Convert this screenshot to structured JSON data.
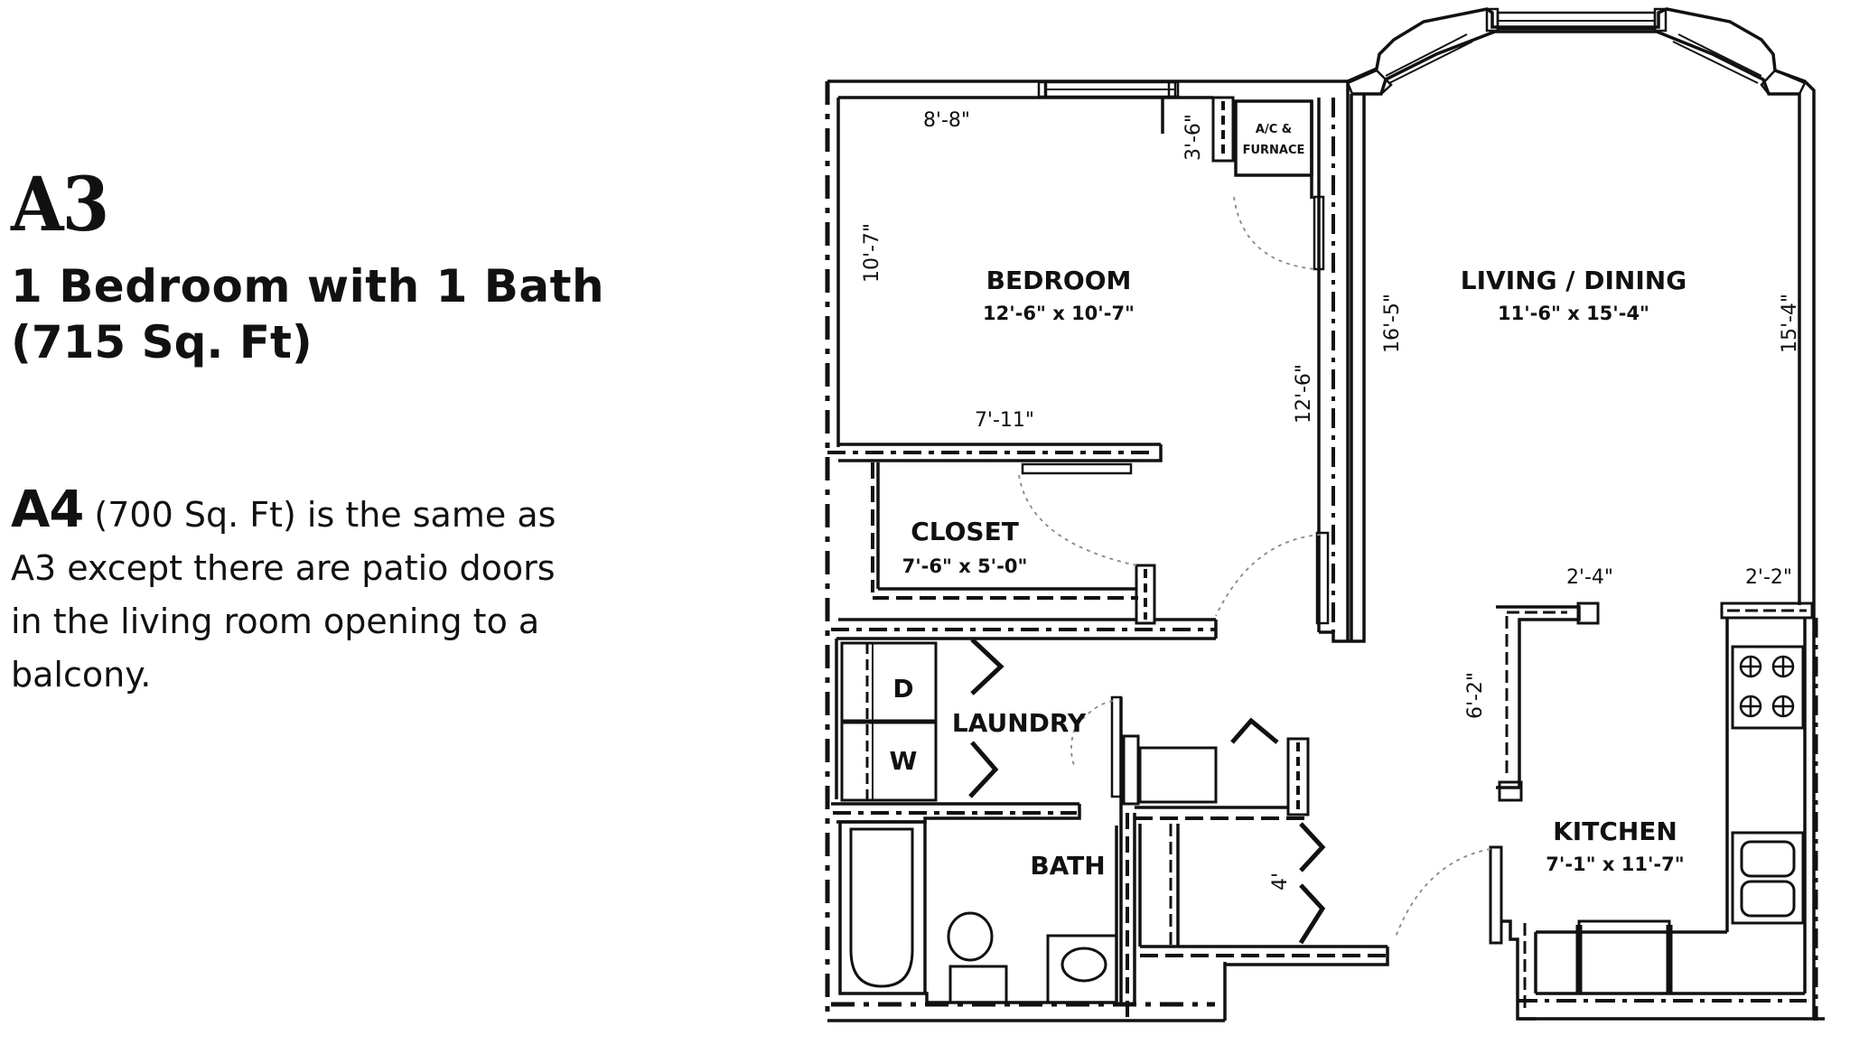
{
  "unit": {
    "code": "A3",
    "type": "1 Bedroom with 1 Bath",
    "sqft": "(715 Sq. Ft)"
  },
  "alternate": {
    "code": "A4",
    "line1_rest": " (700 Sq. Ft) is the same as",
    "line2": "A3 except there are patio doors",
    "line3": "in the living room opening to a",
    "line4": "balcony."
  },
  "rooms": {
    "bedroom": {
      "name": "BEDROOM",
      "dims": "12'-6\" x 10'-7\""
    },
    "living": {
      "name": "LIVING / DINING",
      "dims": "11'-6\" x 15'-4\""
    },
    "closet": {
      "name": "CLOSET",
      "dims": "7'-6\" x 5'-0\""
    },
    "laundry": {
      "name": "LAUNDRY"
    },
    "bath": {
      "name": "BATH"
    },
    "kitchen": {
      "name": "KITCHEN",
      "dims": "7'-1\" x 11'-7\""
    },
    "mechanical": {
      "line1": "A/C &",
      "line2": "FURNACE"
    }
  },
  "appliances": {
    "dryer": "D",
    "washer": "W"
  },
  "dimensions": {
    "bedroom_top": "8'-8\"",
    "bedroom_left": "10'-7\"",
    "ac_closet": "3'-6\"",
    "bedroom_bottom": "7'-11\"",
    "hall_wall": "12'-6\"",
    "living_left": "16'-5\"",
    "living_right": "15'-4\"",
    "peninsula_top": "2'-4\"",
    "peninsula_side": "6'-2\"",
    "kitchen_wall": "2'-2\"",
    "linen_closet": "4'"
  },
  "colors": {
    "ink": "#111111",
    "paper": "#ffffff",
    "swing": "#888888"
  }
}
